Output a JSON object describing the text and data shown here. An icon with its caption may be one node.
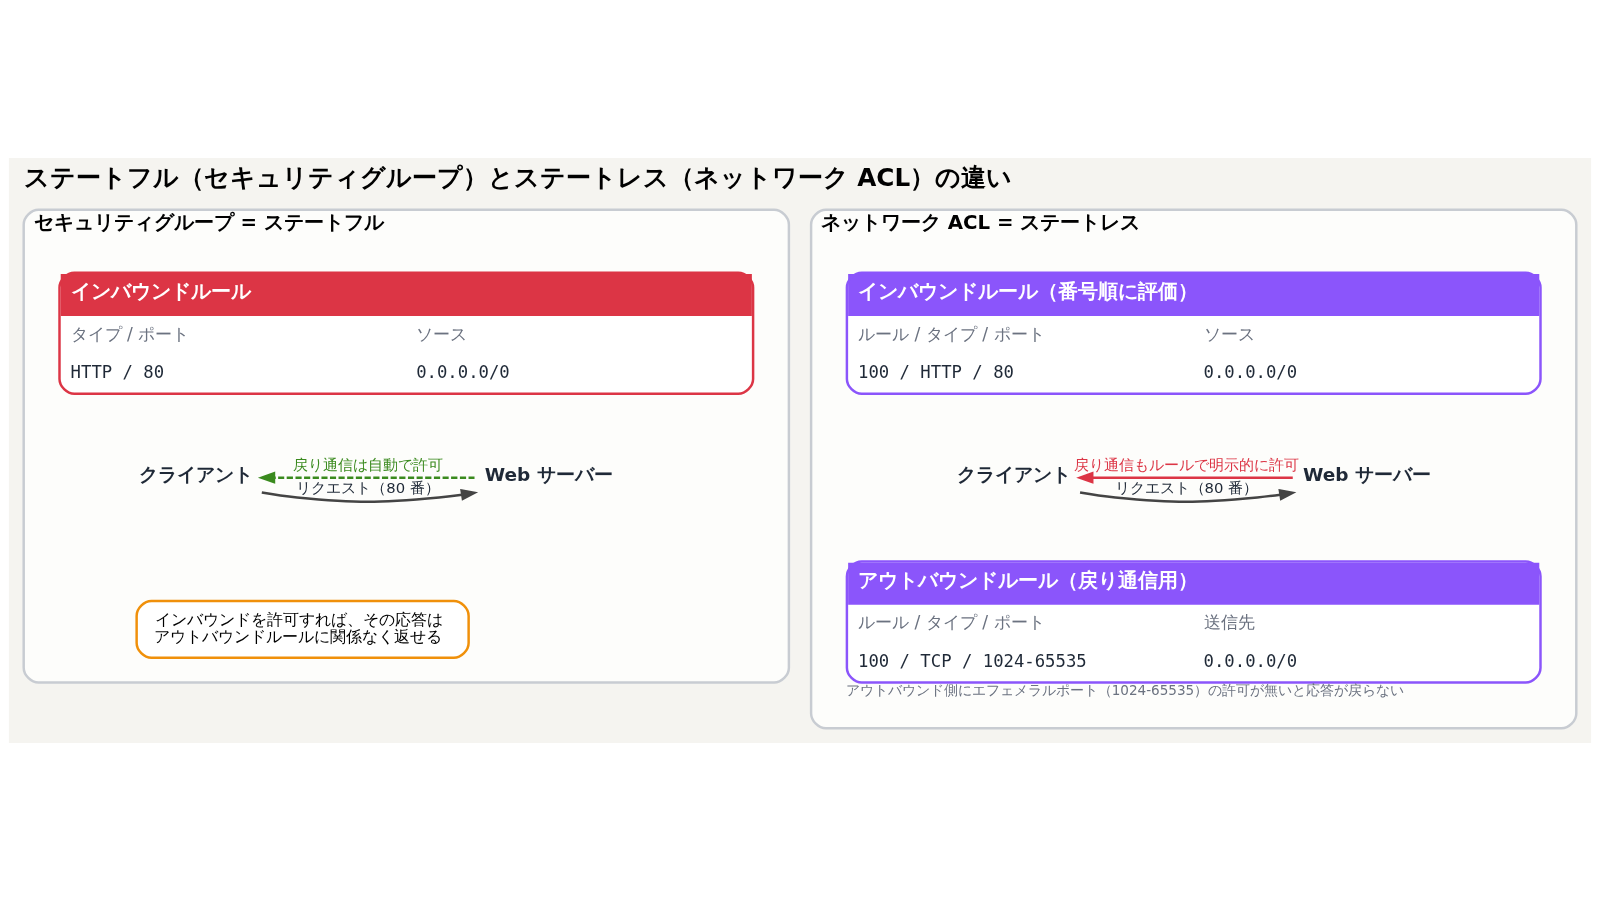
{
  "diagram": {
    "title": "ステートフル（セキュリティグループ）とステートレス（ネットワーク ACL）の違い",
    "nodes": [
      {
        "text": [
          "セキュリティグループ = ステートフル"
        ]
      },
      {
        "text": [
          "インバウンドルール",
          "タイプ / ポート",
          "ソース",
          "HTTP / 80",
          "0.0.0.0/0"
        ],
        "in": 0
      },
      {
        "text": [
          "クライアント"
        ],
        "in": 0
      },
      {
        "text": [
          "Web サーバー"
        ],
        "in": 0
      },
      {
        "text": [
          "インバウンドを許可すれば、その応答はアウトバウンドルールに関係なく返せる"
        ],
        "in": 0
      },
      {
        "text": [
          "ネットワーク ACL = ステートレス"
        ]
      },
      {
        "text": [
          "インバウンドルール（番号順に評価）",
          "ルール / タイプ / ポート",
          "ソース",
          "100 / HTTP / 80",
          "0.0.0.0/0"
        ],
        "in": 5
      },
      {
        "text": [
          "クライアント"
        ],
        "in": 5
      },
      {
        "text": [
          "Web サーバー"
        ],
        "in": 5
      },
      {
        "text": [
          "アウトバウンドルール（戻り通信用）",
          "ルール / タイプ / ポート",
          "送信先",
          "100 / TCP / 1024-65535",
          "0.0.0.0/0"
        ],
        "in": 5,
        "beside": [
          "アウトバウンド側にエフェメラルポート（1024-65535）の許可が無いと応答が戻らない"
        ]
      }
    ],
    "edges": [
      {
        "from": 2,
        "to": 3,
        "arrow": "to",
        "label": "リクエスト（80 番）"
      },
      {
        "from": 3,
        "to": 2,
        "arrow": "to",
        "label": "戻り通信は自動で許可",
        "style": "dashed",
        "color": "#3a8a1e"
      },
      {
        "from": 7,
        "to": 8,
        "arrow": "to",
        "label": "リクエスト（80 番）"
      },
      {
        "from": 8,
        "to": 7,
        "arrow": "to",
        "label": "戻り通信もルールで明示的に許可",
        "color": "#dc3545"
      }
    ]
  }
}
